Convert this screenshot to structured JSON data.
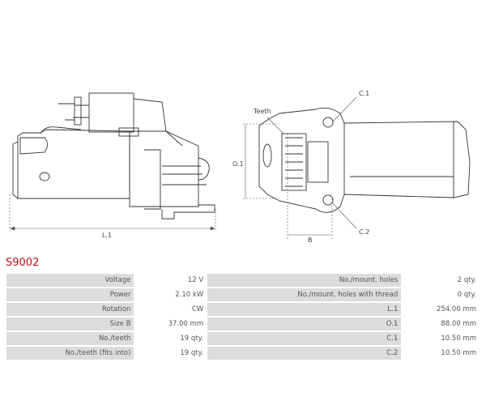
{
  "diagram": {
    "labels": {
      "l1": "L.1",
      "o1": "O.1",
      "b": "B",
      "c1": "C.1",
      "c2": "C.2",
      "teeth": "Teeth"
    }
  },
  "product": {
    "code": "S9002"
  },
  "specs": [
    {
      "label": "Voltage",
      "value": "12 V",
      "label2": "No./mount. holes",
      "value2": "2 qty."
    },
    {
      "label": "Power",
      "value": "2.10 kW",
      "label2": "No./mount. holes with thread",
      "value2": "0 qty."
    },
    {
      "label": "Rotation",
      "value": "CW",
      "label2": "L.1",
      "value2": "254.00 mm"
    },
    {
      "label": "Size B",
      "value": "37.00 mm",
      "label2": "O.1",
      "value2": "88.00 mm"
    },
    {
      "label": "No./teeth",
      "value": "19 qty.",
      "label2": "C.1",
      "value2": "10.50 mm"
    },
    {
      "label": "No./teeth (fits into)",
      "value": "19 qty.",
      "label2": "C.2",
      "value2": "10.50 mm"
    }
  ]
}
